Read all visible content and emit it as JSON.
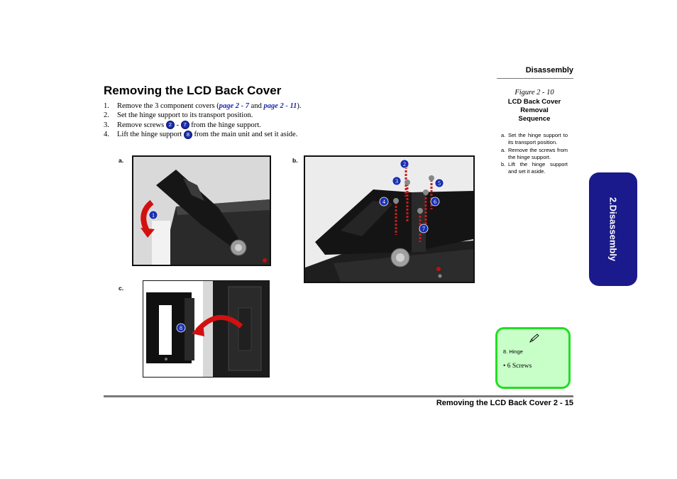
{
  "header": {
    "section": "Disassembly"
  },
  "title": "Removing the LCD Back Cover",
  "steps": [
    {
      "num": "1.",
      "pre": "Remove the 3 component covers (",
      "link1": "page 2 - 7",
      "mid": " and ",
      "link2": "page 2 - 11",
      "post": ")."
    },
    {
      "num": "2.",
      "text": "Set the hinge support to its transport position."
    },
    {
      "num": "3.",
      "pre": "Remove screws ",
      "badge1": "2",
      "dash": " - ",
      "badge2": "7",
      "post": " from the hinge support."
    },
    {
      "num": "4.",
      "pre": "Lift the hinge support ",
      "badge1": "8",
      "post": " from the main unit and set it aside."
    }
  ],
  "figure": {
    "number": "Figure 2 - 10",
    "title": "LCD Back Cover\nRemoval\nSequence",
    "legend": [
      {
        "key": "a.",
        "text": "Set the hinge support to its transport position."
      },
      {
        "key": "a.",
        "text": "Remove the screws from the hinge support."
      },
      {
        "key": "b.",
        "text": "Lift the hinge support and set it aside."
      }
    ]
  },
  "panels": {
    "a": {
      "label": "a.",
      "callouts": [
        "1"
      ]
    },
    "b": {
      "label": "b.",
      "callouts": [
        "2",
        "3",
        "4",
        "5",
        "6",
        "7"
      ]
    },
    "c": {
      "label": "c.",
      "callouts": [
        "8"
      ]
    }
  },
  "side_tab": {
    "label": "2.Disassembly",
    "color": "#1a1a8c"
  },
  "note": {
    "item": "8.   Hinge",
    "bullet": "•   6 Screws",
    "border_color": "#22dd22",
    "bg_color": "#c8ffc8"
  },
  "footer": {
    "text": "Removing the LCD Back Cover  2  -  15"
  },
  "colors": {
    "link": "#1f2aa8",
    "badge": "#1a2fb0",
    "arrow": "#d31010"
  }
}
